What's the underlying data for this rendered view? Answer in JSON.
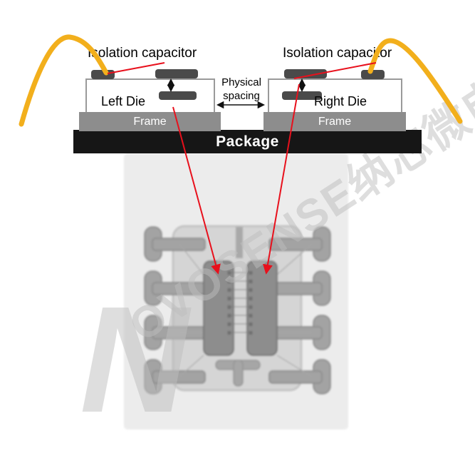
{
  "colors": {
    "wire": "#F2AF1C",
    "annotation": "#E8101C",
    "package_fill": "#161616",
    "frame_fill": "#8D8D8D",
    "plate_fill": "#4A4A4A",
    "die_border": "#9A9A9A",
    "watermark": "#BEBEBE"
  },
  "schematic": {
    "iso_cap_left": "Isolation capacitor",
    "iso_cap_right": "Isolation capacitor",
    "left_die": "Left Die",
    "right_die": "Right Die",
    "frame_left": "Frame",
    "frame_right": "Frame",
    "physical_spacing_line1": "Physical",
    "physical_spacing_line2": "spacing",
    "package": "Package"
  },
  "watermark": {
    "letter": "N",
    "latin": "OVOSENSE",
    "cjk": "纳芯微电子"
  }
}
